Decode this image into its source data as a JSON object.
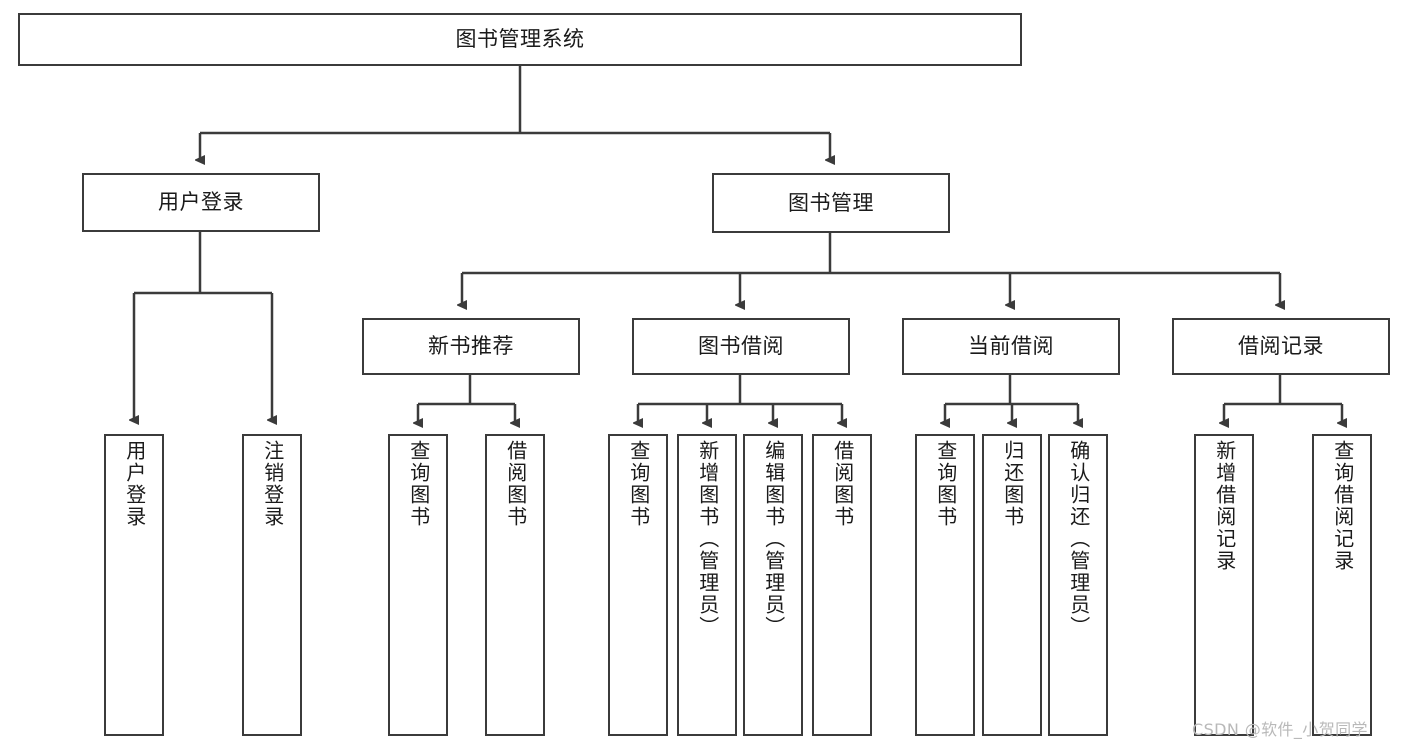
{
  "diagram": {
    "title": "图书管理系统",
    "type": "tree-hierarchy",
    "root": {
      "label": "图书管理系统"
    },
    "level1": [
      {
        "label": "用户登录"
      },
      {
        "label": "图书管理"
      }
    ],
    "level2": [
      {
        "label": "新书推荐"
      },
      {
        "label": "图书借阅"
      },
      {
        "label": "当前借阅"
      },
      {
        "label": "借阅记录"
      }
    ],
    "leaves": {
      "user_login": [
        {
          "label": "用户登录"
        },
        {
          "label": "注销登录"
        }
      ],
      "new_book_recommend": [
        {
          "label": "查询图书"
        },
        {
          "label": "借阅图书"
        }
      ],
      "book_borrow": [
        {
          "label": "查询图书"
        },
        {
          "label": "新增图书（管理员）"
        },
        {
          "label": "编辑图书（管理员）"
        },
        {
          "label": "借阅图书"
        }
      ],
      "current_borrow": [
        {
          "label": "查询图书"
        },
        {
          "label": "归还图书"
        },
        {
          "label": "确认归还（管理员）"
        }
      ],
      "borrow_record": [
        {
          "label": "新增借阅记录"
        },
        {
          "label": "查询借阅记录"
        }
      ]
    },
    "colors": {
      "stroke": "#3b3b3b",
      "fill": "#ffffff",
      "text": "#1a1a1a",
      "watermark": "#b9b9b9"
    }
  },
  "watermark": {
    "text": "CSDN @软件_小贺同学"
  }
}
